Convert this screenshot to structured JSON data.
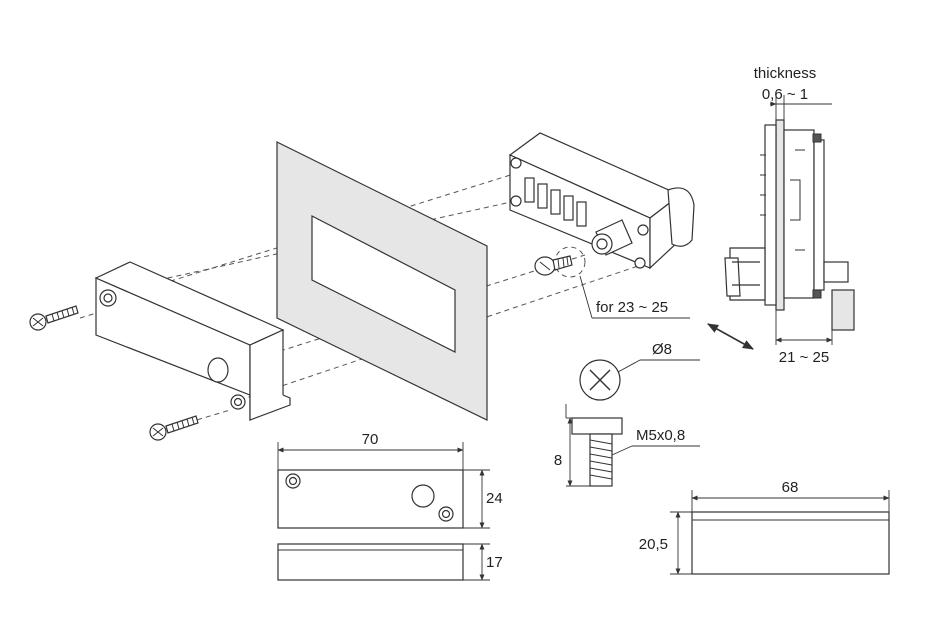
{
  "title": "Panel mounting diagram",
  "labels": {
    "thickness": "thickness",
    "thickness_range": "0,6 ~ 1",
    "screw_range": "for 23 ~ 25",
    "depth_range": "21 ~ 25",
    "screw_head_dia": "Ø8",
    "screw_thread": "M5x0,8",
    "screw_length": "8",
    "bracket_width": "70",
    "bracket_height": "24",
    "bracket_depth": "17",
    "cutout_width": "68",
    "cutout_height": "20,5"
  },
  "colors": {
    "line": "#333333",
    "panel_fill": "#e6e6e6",
    "background": "#ffffff"
  }
}
